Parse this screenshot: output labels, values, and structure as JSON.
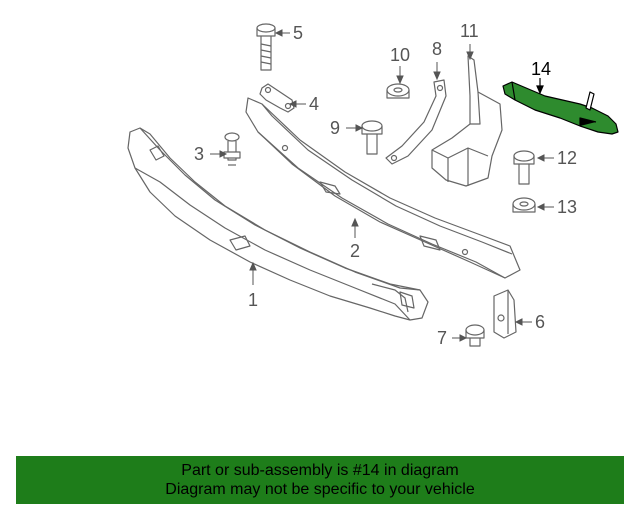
{
  "callouts": {
    "c1": "1",
    "c2": "2",
    "c3": "3",
    "c4": "4",
    "c5": "5",
    "c6": "6",
    "c7": "7",
    "c8": "8",
    "c9": "9",
    "c10": "10",
    "c11": "11",
    "c12": "12",
    "c13": "13",
    "c14": "14"
  },
  "highlight_color": "#2e8b2e",
  "banner": {
    "line1": "Part or sub-assembly is #14 in diagram",
    "line2": "Diagram may not be specific to your vehicle",
    "color": "#1e7d1a"
  }
}
